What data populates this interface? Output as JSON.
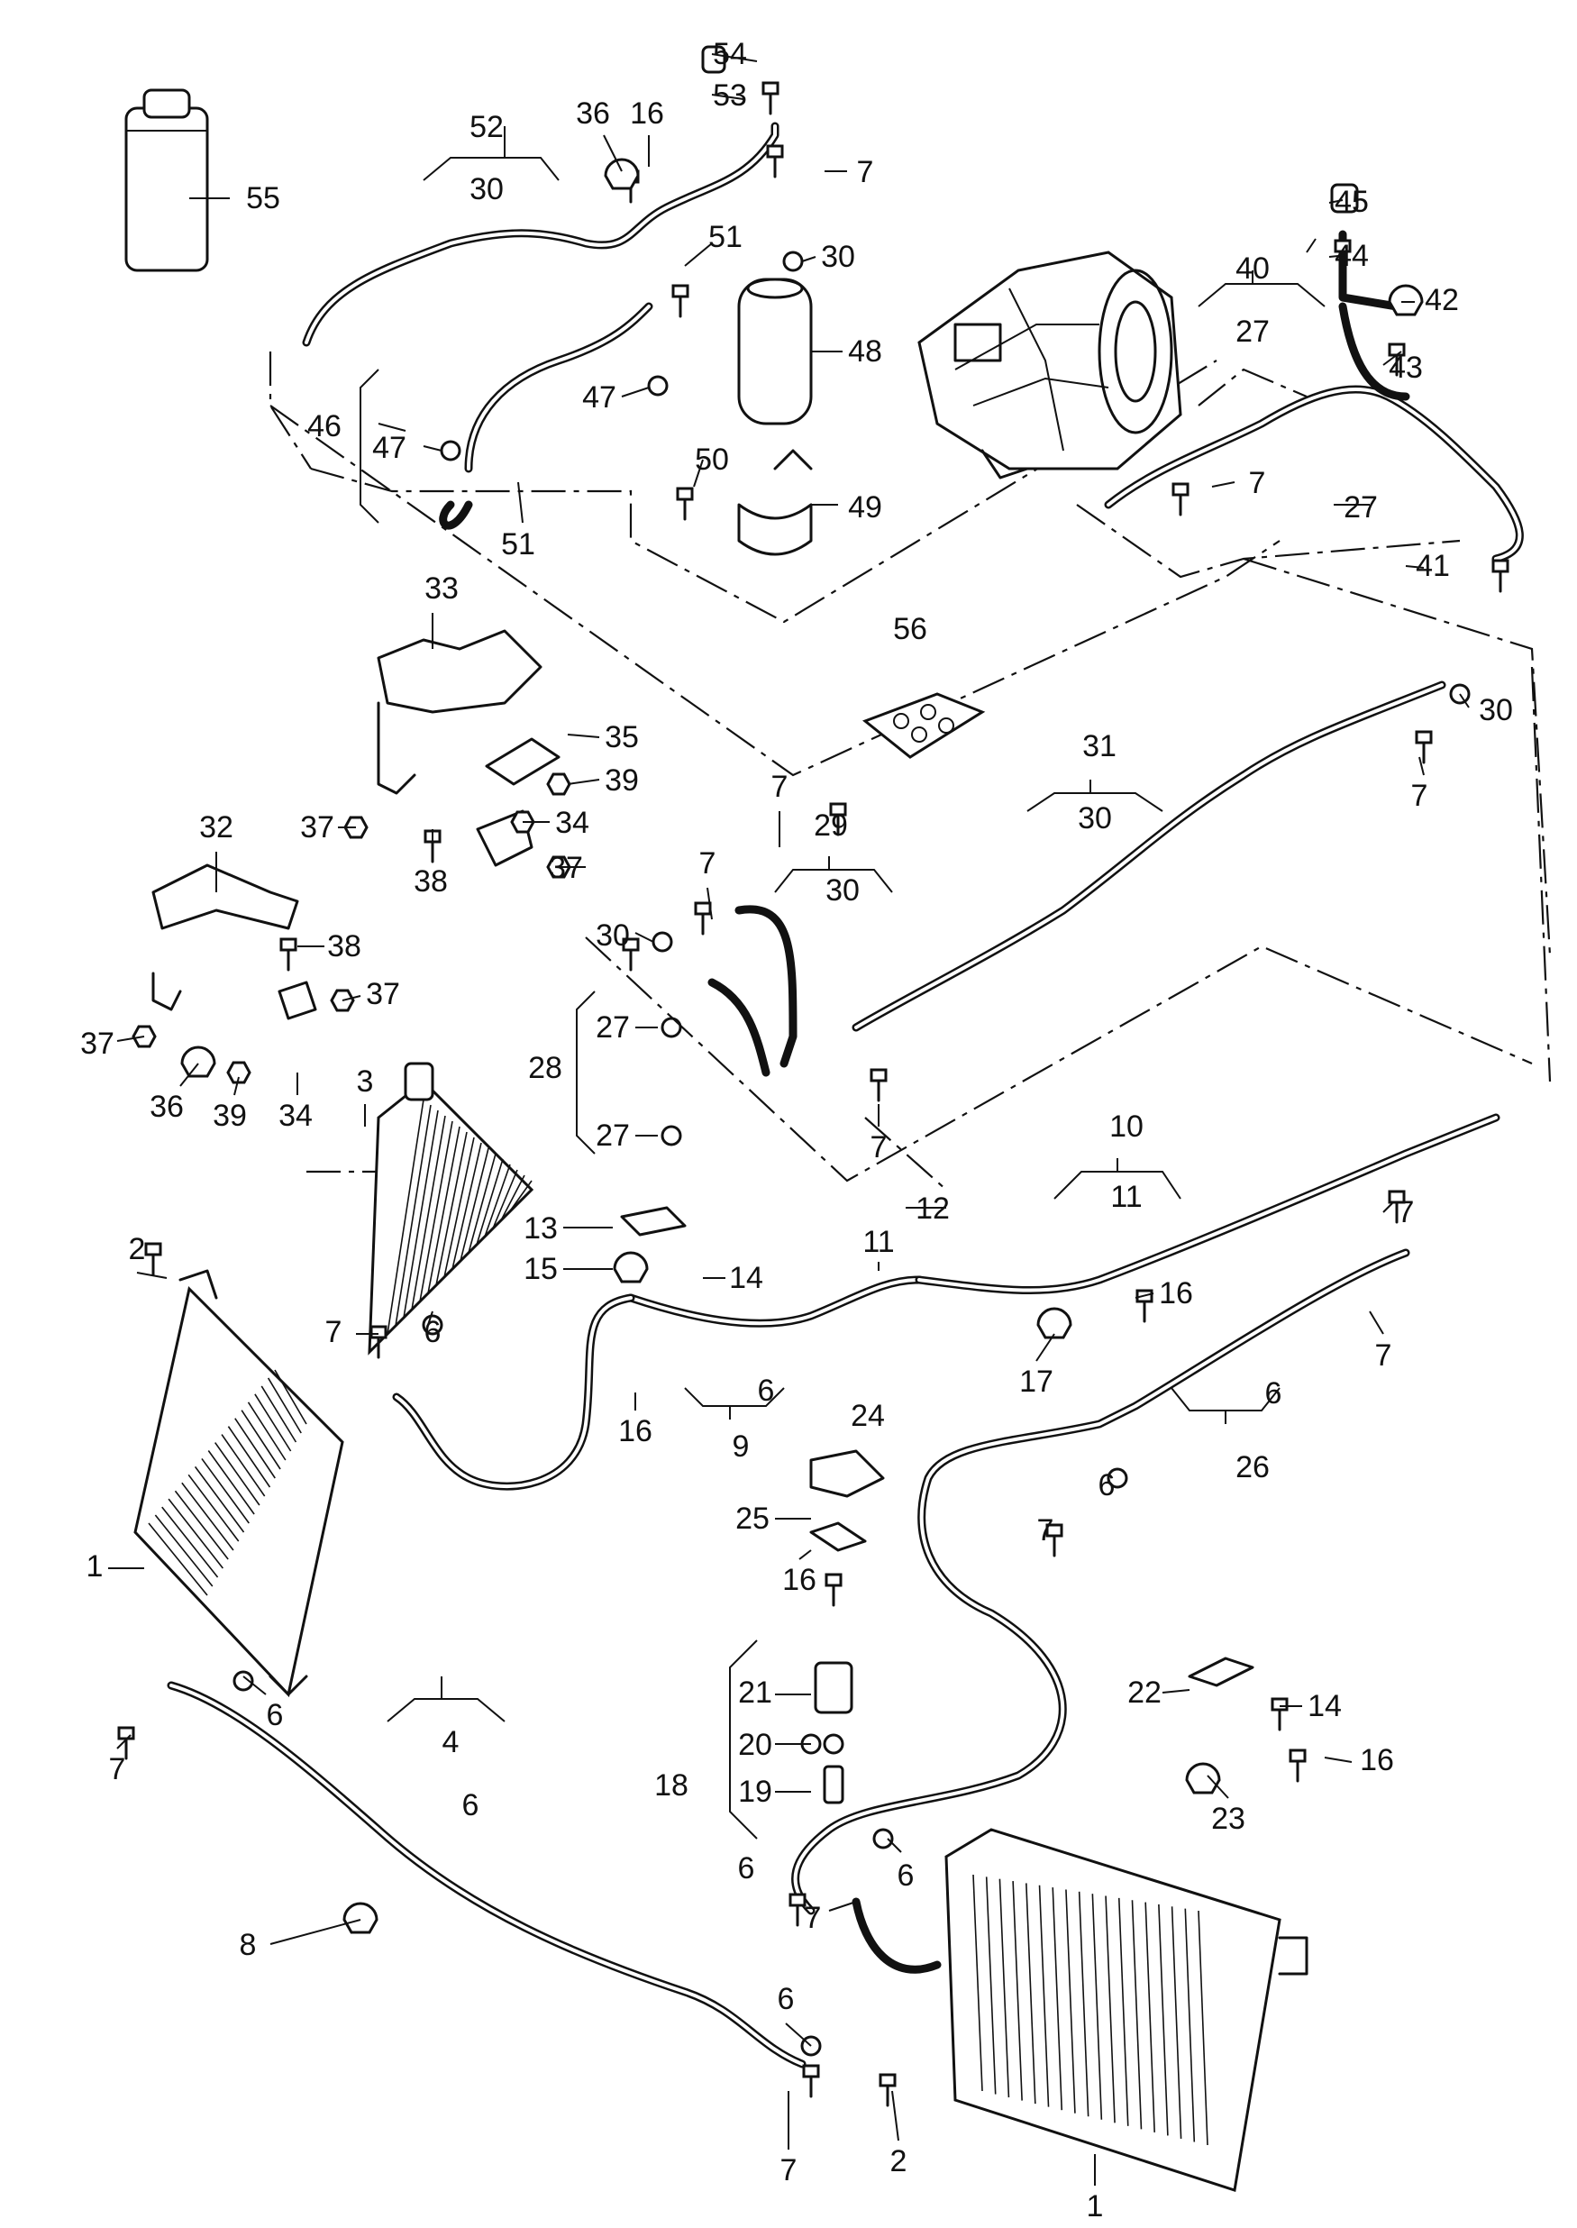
{
  "callouts": [
    {
      "id": "c54",
      "text": "54"
    },
    {
      "id": "c53",
      "text": "53"
    },
    {
      "id": "c52",
      "text": "52"
    },
    {
      "id": "c52s",
      "text": "30"
    },
    {
      "id": "c36a",
      "text": "36"
    },
    {
      "id": "c16a",
      "text": "16"
    },
    {
      "id": "c55",
      "text": "55"
    },
    {
      "id": "c7a",
      "text": "7"
    },
    {
      "id": "c30a",
      "text": "30"
    },
    {
      "id": "c51a",
      "text": "51"
    },
    {
      "id": "c48",
      "text": "48"
    },
    {
      "id": "c46",
      "text": "46"
    },
    {
      "id": "c47a",
      "text": "47"
    },
    {
      "id": "c47b",
      "text": "47"
    },
    {
      "id": "c51b",
      "text": "51"
    },
    {
      "id": "c50",
      "text": "50"
    },
    {
      "id": "c49",
      "text": "49"
    },
    {
      "id": "c45",
      "text": "45"
    },
    {
      "id": "c44",
      "text": "44"
    },
    {
      "id": "c40",
      "text": "40"
    },
    {
      "id": "c40s",
      "text": "27"
    },
    {
      "id": "c42",
      "text": "42"
    },
    {
      "id": "c43",
      "text": "43"
    },
    {
      "id": "c7b",
      "text": "7"
    },
    {
      "id": "c27a",
      "text": "27"
    },
    {
      "id": "c41",
      "text": "41"
    },
    {
      "id": "c56",
      "text": "56"
    },
    {
      "id": "c30b",
      "text": "30"
    },
    {
      "id": "c7c",
      "text": "7"
    },
    {
      "id": "c33",
      "text": "33"
    },
    {
      "id": "c35",
      "text": "35"
    },
    {
      "id": "c39a",
      "text": "39"
    },
    {
      "id": "c37a",
      "text": "37"
    },
    {
      "id": "c34a",
      "text": "34"
    },
    {
      "id": "c38a",
      "text": "38"
    },
    {
      "id": "c37b",
      "text": "37"
    },
    {
      "id": "c31",
      "text": "31"
    },
    {
      "id": "c31s",
      "text": "30"
    },
    {
      "id": "c7d",
      "text": "7"
    },
    {
      "id": "c29",
      "text": "29"
    },
    {
      "id": "c29s",
      "text": "30"
    },
    {
      "id": "c7e",
      "text": "7"
    },
    {
      "id": "c30c",
      "text": "30"
    },
    {
      "id": "c32",
      "text": "32"
    },
    {
      "id": "c38b",
      "text": "38"
    },
    {
      "id": "c37c",
      "text": "37"
    },
    {
      "id": "c37d",
      "text": "37"
    },
    {
      "id": "c36b",
      "text": "36"
    },
    {
      "id": "c39b",
      "text": "39"
    },
    {
      "id": "c34b",
      "text": "34"
    },
    {
      "id": "c28",
      "text": "28"
    },
    {
      "id": "c27b",
      "text": "27"
    },
    {
      "id": "c27c",
      "text": "27"
    },
    {
      "id": "c7f",
      "text": "7"
    },
    {
      "id": "c3",
      "text": "3"
    },
    {
      "id": "c10",
      "text": "10"
    },
    {
      "id": "c10s",
      "text": "11"
    },
    {
      "id": "c13",
      "text": "13"
    },
    {
      "id": "c12",
      "text": "12"
    },
    {
      "id": "c15",
      "text": "15"
    },
    {
      "id": "c14a",
      "text": "14"
    },
    {
      "id": "c11",
      "text": "11"
    },
    {
      "id": "c16b",
      "text": "16"
    },
    {
      "id": "c7g",
      "text": "7"
    },
    {
      "id": "c2a",
      "text": "2"
    },
    {
      "id": "c7h",
      "text": "7"
    },
    {
      "id": "c6a",
      "text": "6"
    },
    {
      "id": "c17",
      "text": "17"
    },
    {
      "id": "c7i",
      "text": "7"
    },
    {
      "id": "c16c",
      "text": "16"
    },
    {
      "id": "c9s",
      "text": "6"
    },
    {
      "id": "c9",
      "text": "9"
    },
    {
      "id": "c26s",
      "text": "6"
    },
    {
      "id": "c26",
      "text": "26"
    },
    {
      "id": "c6b",
      "text": "6"
    },
    {
      "id": "c7j",
      "text": "7"
    },
    {
      "id": "c24",
      "text": "24"
    },
    {
      "id": "c25",
      "text": "25"
    },
    {
      "id": "c16d",
      "text": "16"
    },
    {
      "id": "c1a",
      "text": "1"
    },
    {
      "id": "c22",
      "text": "22"
    },
    {
      "id": "c14b",
      "text": "14"
    },
    {
      "id": "c21",
      "text": "21"
    },
    {
      "id": "c7k",
      "text": "7"
    },
    {
      "id": "c6c",
      "text": "6"
    },
    {
      "id": "c20",
      "text": "20"
    },
    {
      "id": "c16e",
      "text": "16"
    },
    {
      "id": "c4",
      "text": "4"
    },
    {
      "id": "c4s",
      "text": "6"
    },
    {
      "id": "c18",
      "text": "18"
    },
    {
      "id": "c19",
      "text": "19"
    },
    {
      "id": "c23",
      "text": "23"
    },
    {
      "id": "c18s",
      "text": "6"
    },
    {
      "id": "c6d",
      "text": "6"
    },
    {
      "id": "c8",
      "text": "8"
    },
    {
      "id": "c7l",
      "text": "7"
    },
    {
      "id": "c6e",
      "text": "6"
    },
    {
      "id": "c7m",
      "text": "7"
    },
    {
      "id": "c2b",
      "text": "2"
    },
    {
      "id": "c1b",
      "text": "1"
    }
  ]
}
